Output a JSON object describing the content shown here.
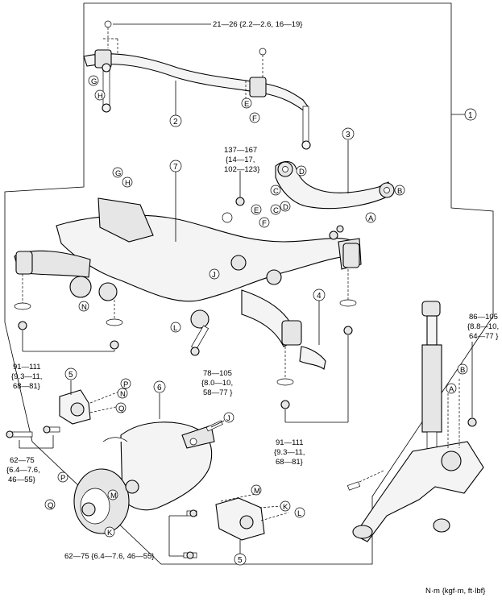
{
  "torque_specs": {
    "stabilizer_link_nut": "21—26 {2.2—2.6, 16—19}",
    "control_arm_bolt_a": "137—167",
    "control_arm_bolt_b": "{14—17,",
    "control_arm_bolt_c": "102—123}",
    "damper_nut_a": "86—105",
    "damper_nut_b": "{8.8—10,",
    "damper_nut_c": "64—77 }",
    "crossmember_left_a": "91—111",
    "crossmember_left_b": "{9.3—11,",
    "crossmember_left_c": "68—81}",
    "crossmember_center_a": "78—105",
    "crossmember_center_b": "{8.0—10,",
    "crossmember_center_c": "58—77 }",
    "crossmember_right_a": "91—111",
    "crossmember_right_b": "{9.3—11,",
    "crossmember_right_c": "68—81}",
    "diff_mount_a": "62—75",
    "diff_mount_b": "{6.4—7.6,",
    "diff_mount_c": "46—55}",
    "diff_mount_lower": "62—75 {6.4—7.6, 46—55}"
  },
  "part_numbers": {
    "p1": "1",
    "p2": "2",
    "p3": "3",
    "p4": "4",
    "p5a": "5",
    "p5b": "5",
    "p6": "6",
    "p7": "7"
  },
  "letters": {
    "A1": "A",
    "A2": "A",
    "B1": "B",
    "B2": "B",
    "C1": "C",
    "C2": "C",
    "D1": "D",
    "D2": "D",
    "E1": "E",
    "E2": "E",
    "F1": "F",
    "F2": "F",
    "G1": "G",
    "G2": "G",
    "H1": "H",
    "H2": "H",
    "J1": "J",
    "J2": "J",
    "K1": "K",
    "K2": "K",
    "L1": "L",
    "L2": "L",
    "M1": "M",
    "M2": "M",
    "N1": "N",
    "N2": "N",
    "P1": "P",
    "P2": "P",
    "Q1": "Q",
    "Q2": "Q"
  },
  "units": "N·m {kgf·m, ft·lbf}"
}
